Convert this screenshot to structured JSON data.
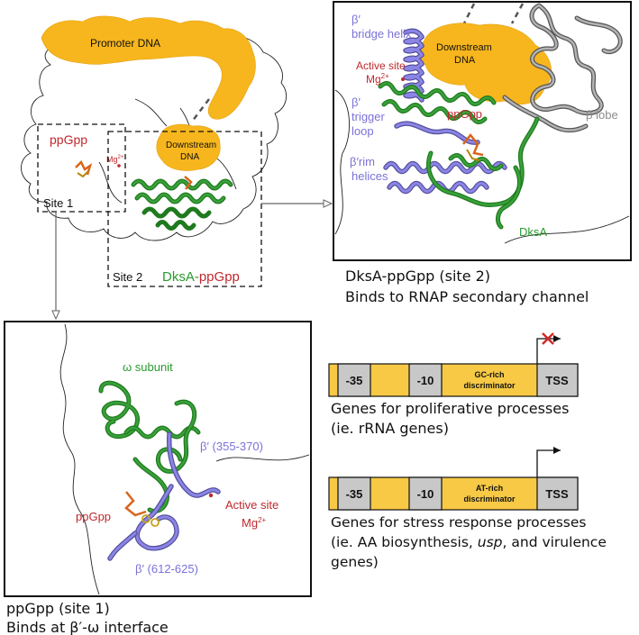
{
  "overview": {
    "promoter_dna": "Promoter DNA",
    "downstream_dna": "Downstream",
    "downstream_dna_2": "DNA",
    "ppgpp": "ppGpp",
    "mg_base": "Mg",
    "mg_sup": "2+",
    "site1": "Site 1",
    "site2": "Site 2",
    "dksa": "DksA",
    "dksa_sep": "-",
    "dksa_ppgpp": "ppGpp"
  },
  "site2_panel": {
    "beta_prime": "β′",
    "bridge_helix": "bridge helix",
    "active_site": "Active site",
    "mg_base": "Mg",
    "mg_sup": "2+",
    "trigger_beta": "β′",
    "trigger_1": "trigger",
    "trigger_2": "loop",
    "ppgpp": "ppGpp",
    "rim_1": "β′rim",
    "rim_2": "helices",
    "downstream_1": "Downstream",
    "downstream_2": "DNA",
    "beta_lobe": "β lobe",
    "dksa": "DksA",
    "caption_1": "DksA-ppGpp (site 2)",
    "caption_2": "Binds to RNAP secondary channel"
  },
  "site1_panel": {
    "omega": "ω subunit",
    "bp_355": "β′ (355-370)",
    "active_site": "Active site",
    "mg_base": "Mg",
    "mg_sup": "2+",
    "ppgpp": "ppGpp",
    "bp_612": "β′ (612-625)",
    "caption_1": "ppGpp (site 1)",
    "caption_2": "Binds at β′-ω interface"
  },
  "promoters": {
    "gc": {
      "m35": "-35",
      "m10": "-10",
      "disc_1": "GC-rich",
      "disc_2": "discriminator",
      "tss": "TSS",
      "desc_1": "Genes for proliferative processes",
      "desc_2": "(ie. rRNA genes)"
    },
    "at": {
      "m35": "-35",
      "m10": "-10",
      "disc_1": "AT-rich",
      "disc_2": "discriminator",
      "tss": "TSS",
      "desc_1": "Genes for stress response processes",
      "desc_2a": "(ie. AA biosynthesis, ",
      "desc_2b": "usp",
      "desc_2c": ", and virulence",
      "desc_3": "genes)"
    }
  },
  "colors": {
    "dna": "#f7b61d",
    "dksa": "#2a9a2e",
    "beta_prime": "#7a72d8",
    "label_red": "#c0282d",
    "beta_lobe": "#8c8c8c",
    "box_gray": "#c8c8c8"
  }
}
